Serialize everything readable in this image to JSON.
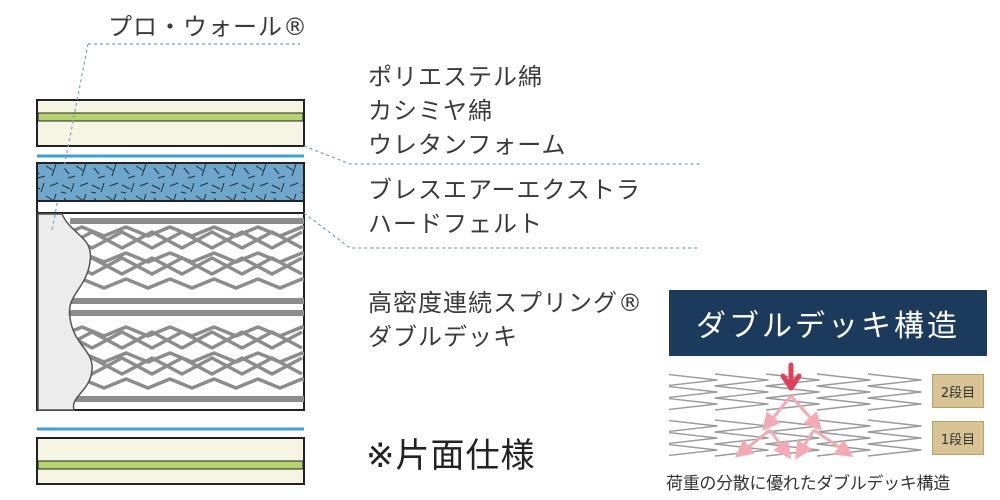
{
  "brand_label": "プロ・ウォール®",
  "comfort_layers": [
    "ポリエステル綿",
    "カシミヤ綿",
    "ウレタンフォーム"
  ],
  "support_layers": [
    "ブレスエアーエクストラ",
    "ハードフェルト"
  ],
  "spring_labels": [
    "高密度連続スプリング®",
    "ダブルデッキ"
  ],
  "spec_note": "※片面仕様",
  "double_deck": {
    "banner": "ダブルデッキ構造",
    "tier_upper": "2段目",
    "tier_lower": "1段目",
    "caption": "荷重の分散に優れたダブルデッキ構造"
  },
  "colors": {
    "fabric": "#f6f5e4",
    "green_band": "#b5d36f",
    "blue_line": "#3d9fd6",
    "breathair": "#6ea6cc",
    "spring": "#8c8c8c",
    "edge_wall": "#ececec",
    "banner": "#1b3a5c",
    "arrow": "#e0405a",
    "arrow_light": "#f4a9b5",
    "tag": "#d7c394"
  }
}
